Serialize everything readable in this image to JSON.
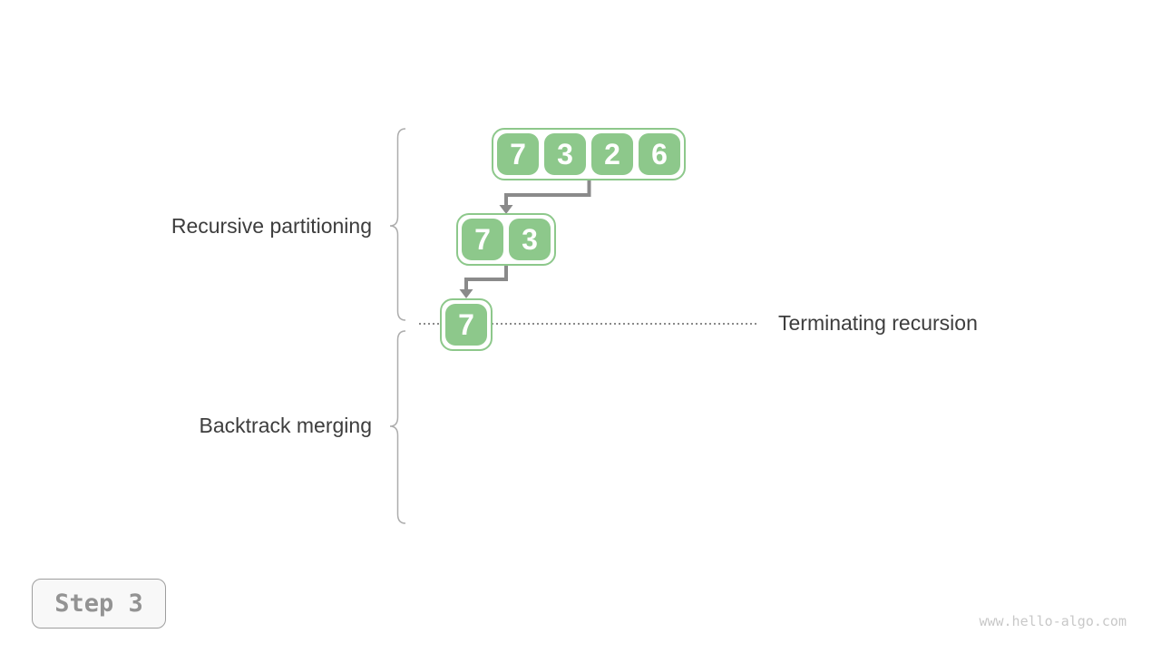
{
  "diagram": {
    "labels": {
      "recursive_partitioning": "Recursive partitioning",
      "backtrack_merging": "Backtrack merging",
      "terminating_recursion": "Terminating recursion"
    },
    "arrays": {
      "level1": [
        7,
        3,
        2,
        6
      ],
      "level2": [
        7,
        3
      ],
      "level3": [
        7
      ]
    }
  },
  "step_badge": {
    "label": "Step 3"
  },
  "watermark": {
    "text": "www.hello-algo.com"
  },
  "colors": {
    "cell-green": "#8dc88b",
    "cell-text": "#ffffff",
    "arrow-gray": "#8a8a8a",
    "brace-gray": "#adadad",
    "label-text": "#3d3d3d",
    "badge-bg": "#f8f8f8",
    "badge-border": "#9e9e9e",
    "badge-text": "#939393",
    "watermark-gray": "#c8c8c8"
  }
}
